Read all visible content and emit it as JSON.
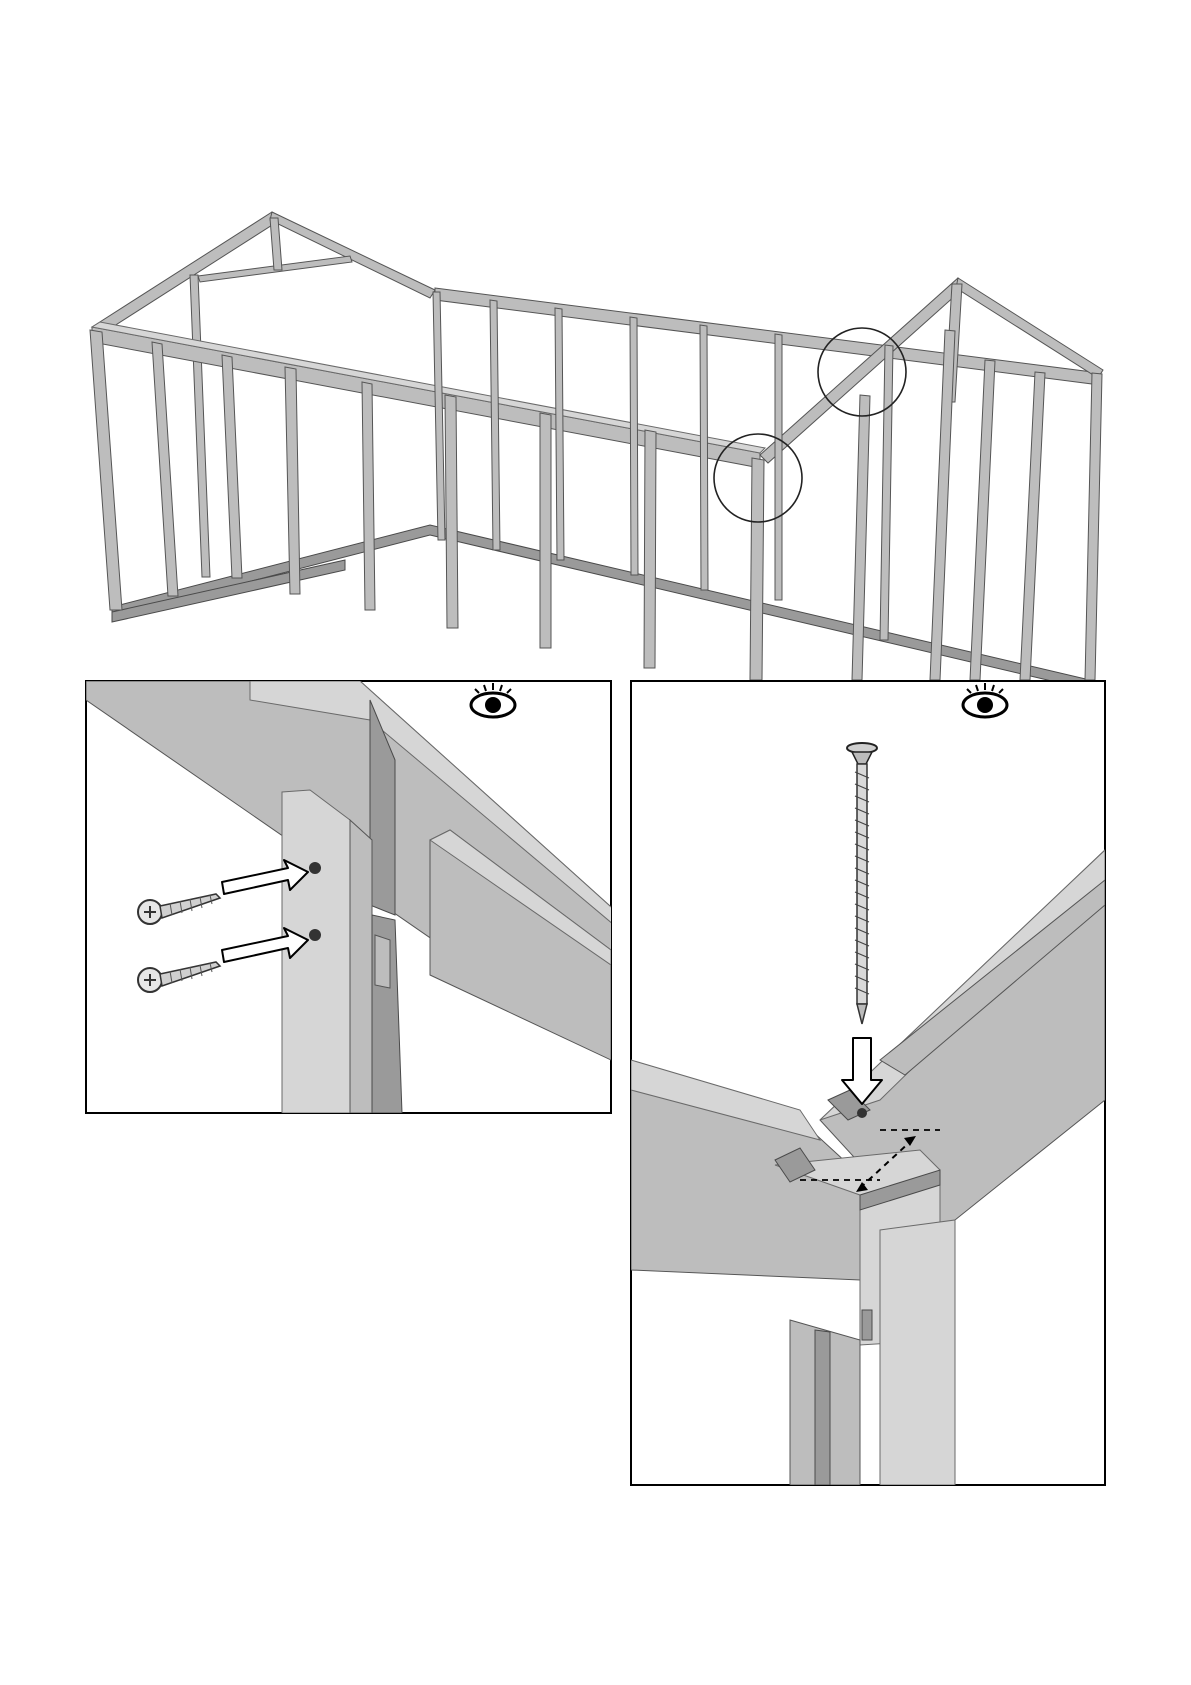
{
  "page": {
    "background": "#ffffff",
    "line_color": "#000000",
    "timber_color": "#bdbdbd"
  },
  "overview": {
    "callouts": [
      "left-eaves-corner",
      "gable-apex-corner"
    ]
  },
  "detail_left": {
    "icon": "eye-icon",
    "screw_count": 2
  },
  "detail_right": {
    "icon": "eye-icon",
    "screw_count": 1,
    "dimension_marker": "dashed-double-arrow"
  }
}
